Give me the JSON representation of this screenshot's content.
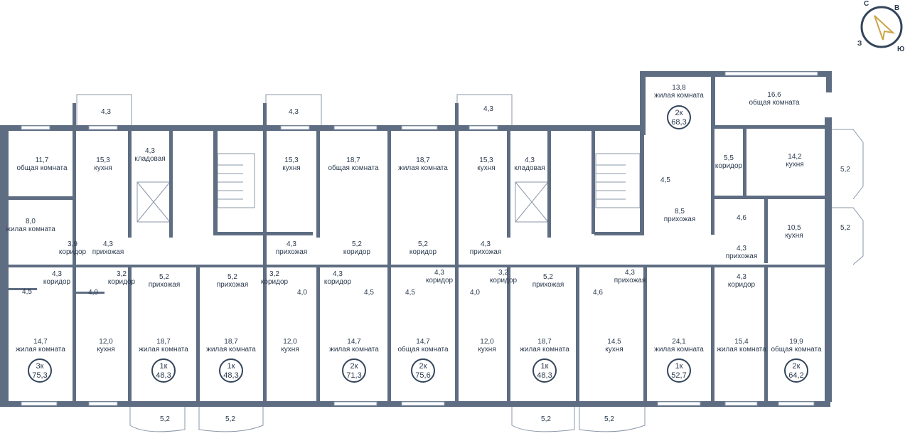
{
  "compass": {
    "north": "С",
    "east": "В",
    "south": "Ю",
    "west": "З"
  },
  "rooms": [
    {
      "id": "r1",
      "area": "4,3",
      "name": ""
    },
    {
      "id": "r2",
      "area": "4,3",
      "name": ""
    },
    {
      "id": "r3",
      "area": "4,3",
      "name": ""
    },
    {
      "id": "r4",
      "area": "13,8",
      "name": "жилая комната"
    },
    {
      "id": "r5",
      "area": "16,6",
      "name": "общая комната"
    },
    {
      "id": "r6",
      "area": "11,7",
      "name": "общая комната"
    },
    {
      "id": "r7",
      "area": "15,3",
      "name": "кухня"
    },
    {
      "id": "r8",
      "area": "4,3",
      "name": "кладовая"
    },
    {
      "id": "r9",
      "area": "15,3",
      "name": "кухня"
    },
    {
      "id": "r10",
      "area": "18,7",
      "name": "общая комната"
    },
    {
      "id": "r11",
      "area": "18,7",
      "name": "жилая комната"
    },
    {
      "id": "r12",
      "area": "15,3",
      "name": "кухня"
    },
    {
      "id": "r13",
      "area": "4,3",
      "name": "кладовая"
    },
    {
      "id": "r14",
      "area": "5,5",
      "name": "коридор"
    },
    {
      "id": "r15",
      "area": "14,2",
      "name": "кухня"
    },
    {
      "id": "r16",
      "area": "5,2",
      "name": ""
    },
    {
      "id": "r17",
      "area": "4,5",
      "name": ""
    },
    {
      "id": "r18",
      "area": "8,5",
      "name": "прихожая"
    },
    {
      "id": "r19",
      "area": "4,6",
      "name": ""
    },
    {
      "id": "r20",
      "area": "10,5",
      "name": "кухня"
    },
    {
      "id": "r21",
      "area": "5,2",
      "name": ""
    },
    {
      "id": "r22",
      "area": "8,0",
      "name": "жилая комната"
    },
    {
      "id": "r23",
      "area": "3,9",
      "name": "коридор"
    },
    {
      "id": "r24",
      "area": "4,3",
      "name": "прихожая"
    },
    {
      "id": "r25",
      "area": "4,3",
      "name": "прихожая"
    },
    {
      "id": "r26",
      "area": "5,2",
      "name": "коридор"
    },
    {
      "id": "r27",
      "area": "5,2",
      "name": "коридор"
    },
    {
      "id": "r28",
      "area": "4,3",
      "name": "прихожая"
    },
    {
      "id": "r29",
      "area": "4,3",
      "name": "прихожая"
    },
    {
      "id": "r30",
      "area": "4,3",
      "name": "коридор"
    },
    {
      "id": "r31",
      "area": "3,2",
      "name": "коридор"
    },
    {
      "id": "r32",
      "area": "5,2",
      "name": "прихожая"
    },
    {
      "id": "r33",
      "area": "5,2",
      "name": "прихожая"
    },
    {
      "id": "r34",
      "area": "3,2",
      "name": "коридор"
    },
    {
      "id": "r35",
      "area": "4,3",
      "name": "коридор"
    },
    {
      "id": "r36",
      "area": "4,3",
      "name": "коридор"
    },
    {
      "id": "r37",
      "area": "3,2",
      "name": "коридор"
    },
    {
      "id": "r38",
      "area": "5,2",
      "name": "прихожая"
    },
    {
      "id": "r39",
      "area": "4,3",
      "name": "прихожая"
    },
    {
      "id": "r40",
      "area": "4,3",
      "name": "коридор"
    },
    {
      "id": "r41",
      "area": "4,5",
      "name": ""
    },
    {
      "id": "r42",
      "area": "4,0",
      "name": ""
    },
    {
      "id": "r43",
      "area": "4,0",
      "name": ""
    },
    {
      "id": "r44",
      "area": "4,5",
      "name": ""
    },
    {
      "id": "r45",
      "area": "4,5",
      "name": ""
    },
    {
      "id": "r46",
      "area": "4,0",
      "name": ""
    },
    {
      "id": "r47",
      "area": "4,6",
      "name": ""
    },
    {
      "id": "r48",
      "area": "14,7",
      "name": "жилая комната"
    },
    {
      "id": "r49",
      "area": "12,0",
      "name": "кухня"
    },
    {
      "id": "r50",
      "area": "18,7",
      "name": "жилая комната"
    },
    {
      "id": "r51",
      "area": "18,7",
      "name": "жилая комната"
    },
    {
      "id": "r52",
      "area": "12,0",
      "name": "кухня"
    },
    {
      "id": "r53",
      "area": "14,7",
      "name": "жилая комната"
    },
    {
      "id": "r54",
      "area": "14,7",
      "name": "общая комната"
    },
    {
      "id": "r55",
      "area": "12,0",
      "name": "кухня"
    },
    {
      "id": "r56",
      "area": "18,7",
      "name": "жилая комната"
    },
    {
      "id": "r57",
      "area": "14,5",
      "name": "кухня"
    },
    {
      "id": "r58",
      "area": "24,1",
      "name": "жилая комната"
    },
    {
      "id": "r59",
      "area": "15,4",
      "name": "жилая комната"
    },
    {
      "id": "r60",
      "area": "19,9",
      "name": "общая комната"
    },
    {
      "id": "r61",
      "area": "5,2",
      "name": ""
    },
    {
      "id": "r62",
      "area": "5,2",
      "name": ""
    },
    {
      "id": "r63",
      "area": "5,2",
      "name": ""
    },
    {
      "id": "r64",
      "area": "5,2",
      "name": ""
    }
  ],
  "apartments": [
    {
      "id": "a1",
      "type": "3к",
      "area": "75,3"
    },
    {
      "id": "a2",
      "type": "1к",
      "area": "48,3"
    },
    {
      "id": "a3",
      "type": "1к",
      "area": "48,3"
    },
    {
      "id": "a4",
      "type": "2к",
      "area": "71,3"
    },
    {
      "id": "a5",
      "type": "2к",
      "area": "75,6"
    },
    {
      "id": "a6",
      "type": "1к",
      "area": "48,3"
    },
    {
      "id": "a7",
      "type": "1к",
      "area": "52,7"
    },
    {
      "id": "a8",
      "type": "2к",
      "area": "64,2"
    },
    {
      "id": "a9",
      "type": "2к",
      "area": "68,3"
    }
  ]
}
